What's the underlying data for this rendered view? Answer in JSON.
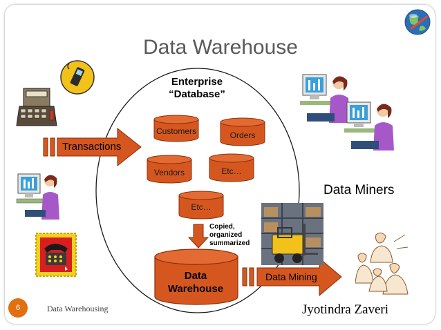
{
  "slide": {
    "title": "Data Warehouse",
    "page_number": "6",
    "footer": "Data Warehousing",
    "author": "Jyotindra Zaveri"
  },
  "diagram": {
    "enterprise_line1": "Enterprise",
    "enterprise_line2": "“Database”",
    "databases": [
      "Customers",
      "Orders",
      "Vendors",
      "Etc…",
      "Etc…"
    ],
    "copied_line1": "Copied,",
    "copied_line2": "organized",
    "copied_line3": "summarized",
    "warehouse_line1": "Data",
    "warehouse_line2": "Warehouse",
    "transactions": "Transactions",
    "data_mining": "Data Mining",
    "data_miners": "Data Miners"
  },
  "colors": {
    "accent": "#d5571f",
    "page_badge": "#e07010",
    "title": "#595959"
  }
}
